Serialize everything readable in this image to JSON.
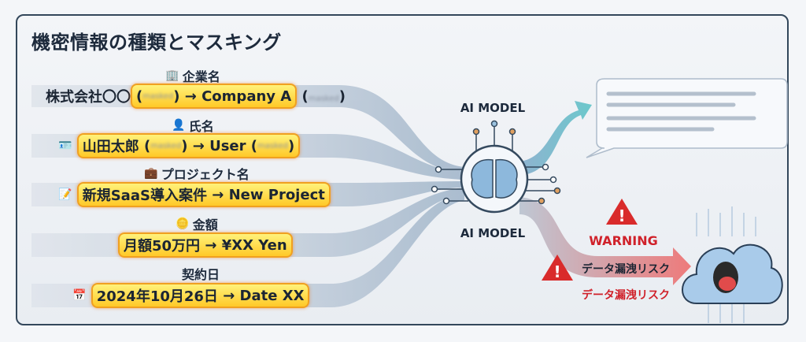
{
  "title": "機密情報の種類とマスキング",
  "categories": [
    {
      "label": "企業名",
      "icon": "building-icon",
      "original": "株式会社〇〇",
      "masked1": "masked",
      "replacement": "→ Company A",
      "masked2": "masked"
    },
    {
      "label": "氏名",
      "icon": "person-icon",
      "original": "山田太郎",
      "masked1": "masked",
      "replacement": "→ User",
      "masked2": "masked"
    },
    {
      "label": "プロジェクト名",
      "icon": "briefcase-icon",
      "original": "新規SaaS導入案件",
      "replacement": "→ New Project"
    },
    {
      "label": "金額",
      "icon": "yen-coin-icon",
      "original": "月額50万円",
      "replacement": "→ ¥XX Yen"
    },
    {
      "label": "契約日",
      "icon": "calendar-icon",
      "original": "2024年10月26日",
      "replacement": "→ Date XX"
    }
  ],
  "ai_model_top": "AI MODEL",
  "ai_model_bottom": "AI MODEL",
  "warning": "WARNING",
  "risk_label": "データ漏洩リスク",
  "risk_label_red": "データ漏洩リスク",
  "colors": {
    "highlight": "#ffd23f",
    "warning": "#d0212a",
    "teal": "#5fc0c8",
    "frame": "#33475b"
  }
}
